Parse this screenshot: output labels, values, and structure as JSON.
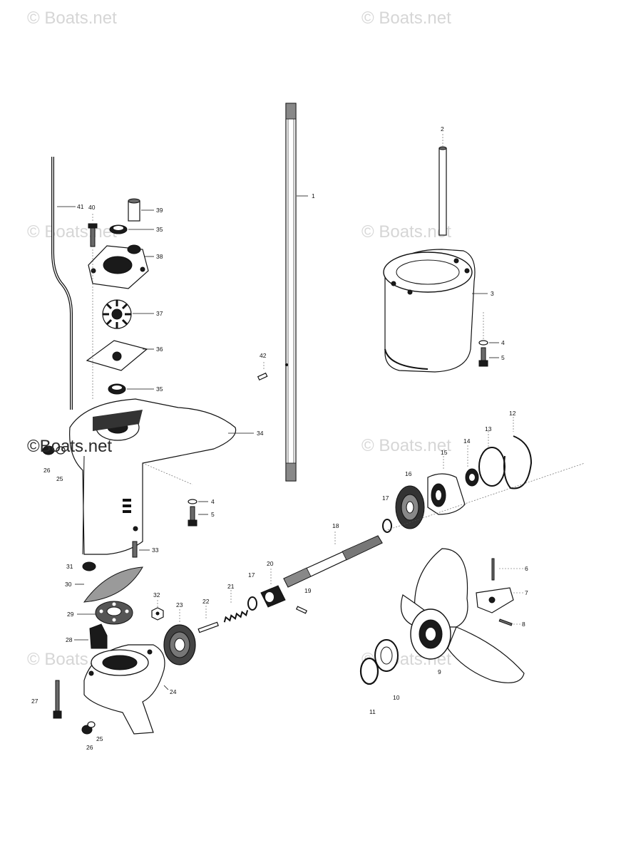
{
  "watermarks": [
    {
      "id": "wm1",
      "text": "© Boats.net"
    },
    {
      "id": "wm2",
      "text": "© Boats.net"
    },
    {
      "id": "wm3",
      "text": "© Boats.net"
    },
    {
      "id": "wm4",
      "text": "© Boats.net"
    },
    {
      "id": "wm5",
      "text": "© Boats.net"
    },
    {
      "id": "wm6",
      "text": "© Boats.net"
    },
    {
      "id": "wm7",
      "text": "© Boats.net"
    },
    {
      "id": "wm8",
      "text": "©Boats.net"
    }
  ],
  "callouts": {
    "c1": "1",
    "c2": "2",
    "c3": "3",
    "c4a": "4",
    "c5a": "5",
    "c4b": "4",
    "c5b": "5",
    "c6": "6",
    "c7": "7",
    "c8": "8",
    "c9": "9",
    "c10": "10",
    "c11": "11",
    "c12": "12",
    "c13": "13",
    "c14": "14",
    "c15": "15",
    "c16": "16",
    "c17a": "17",
    "c17b": "17",
    "c18": "18",
    "c19": "19",
    "c20": "20",
    "c21": "21",
    "c22": "22",
    "c23": "23",
    "c24": "24",
    "c25a": "25",
    "c25b": "25",
    "c26a": "26",
    "c26b": "26",
    "c27": "27",
    "c28": "28",
    "c29": "29",
    "c30": "30",
    "c31": "31",
    "c32": "32",
    "c33": "33",
    "c34": "34",
    "c35a": "35",
    "c35b": "35",
    "c36": "36",
    "c37": "37",
    "c38": "38",
    "c39": "39",
    "c40": "40",
    "c41": "41",
    "c42": "42"
  }
}
